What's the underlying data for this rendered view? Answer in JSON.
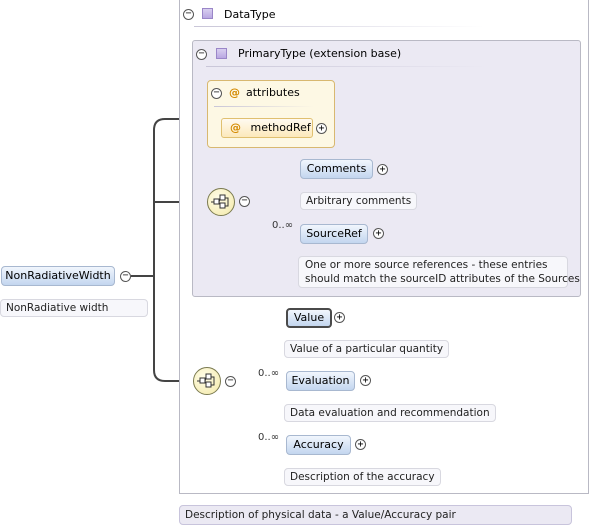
{
  "root": {
    "name": "NonRadiativeWidth",
    "doc": "NonRadiative width"
  },
  "datatype": {
    "label": "DataType",
    "doc": "Description of physical data - a Value/Accuracy pair"
  },
  "primary_type": {
    "label": "PrimaryType (extension base)"
  },
  "attributes": {
    "label": "attributes",
    "items": [
      {
        "name": "methodRef"
      }
    ]
  },
  "sequence1": {
    "elements": [
      {
        "name": "Comments",
        "cardinality": "",
        "doc": "Arbitrary comments"
      },
      {
        "name": "SourceRef",
        "cardinality": "0..∞",
        "doc_line1": "One or more source references - these entries",
        "doc_line2": "should match the sourceID attributes of the Sources"
      }
    ]
  },
  "sequence2": {
    "elements": [
      {
        "name": "Value",
        "cardinality": "",
        "doc": "Value of a particular quantity"
      },
      {
        "name": "Evaluation",
        "cardinality": "0..∞",
        "doc": "Data evaluation and recommendation"
      },
      {
        "name": "Accuracy",
        "cardinality": "0..∞",
        "doc": "Description of the accuracy"
      }
    ]
  },
  "symbols": {
    "collapse": "−",
    "expand": "+",
    "attribute": "@"
  },
  "colors": {
    "frame_border": "#b9b9c4",
    "primary_bg": "#ebe9f3",
    "attr_accent": "#d48a00",
    "element_fill": "#c3d6ef"
  }
}
